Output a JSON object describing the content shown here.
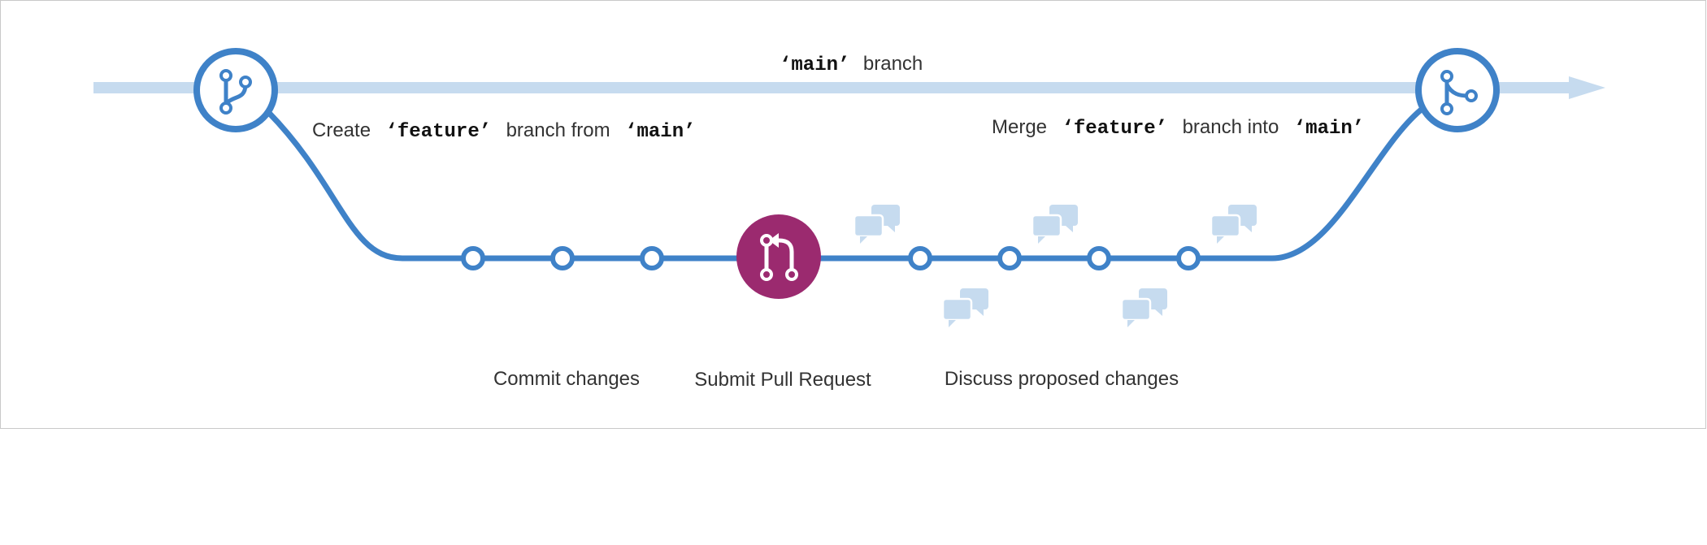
{
  "labels": {
    "main_branch": {
      "code": "‘main’",
      "text": "branch"
    },
    "create_branch": {
      "t1": "Create",
      "c1": "‘feature’",
      "t2": "branch from",
      "c2": "‘main’"
    },
    "merge_branch": {
      "t1": "Merge",
      "c1": "‘feature’",
      "t2": "branch into",
      "c2": "‘main’"
    },
    "commit_changes": "Commit changes",
    "submit_pr": "Submit Pull Request",
    "discuss_changes": "Discuss proposed changes"
  },
  "colors": {
    "main_line": "#c6dbef",
    "branch_line": "#3f82c8",
    "pull_request": "#9b2a6f",
    "comment_bubble": "#c6dbef",
    "text": "#333333"
  },
  "icons": {
    "branch_start": "git-branch-icon",
    "pull_request": "git-pull-request-icon",
    "merge": "git-merge-icon",
    "discussion": "comment-discussion-icon"
  }
}
